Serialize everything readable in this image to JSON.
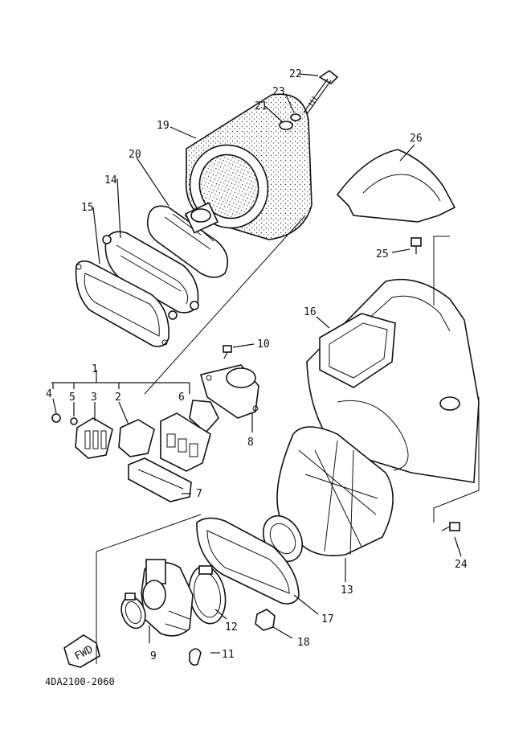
{
  "document_code": "4DA2100-2060",
  "fwd_label": "FWD",
  "callouts": [
    "1",
    "2",
    "3",
    "4",
    "5",
    "6",
    "7",
    "8",
    "9",
    "10",
    "11",
    "12",
    "13",
    "14",
    "15",
    "16",
    "17",
    "18",
    "19",
    "20",
    "21",
    "22",
    "23",
    "24",
    "25",
    "26"
  ]
}
